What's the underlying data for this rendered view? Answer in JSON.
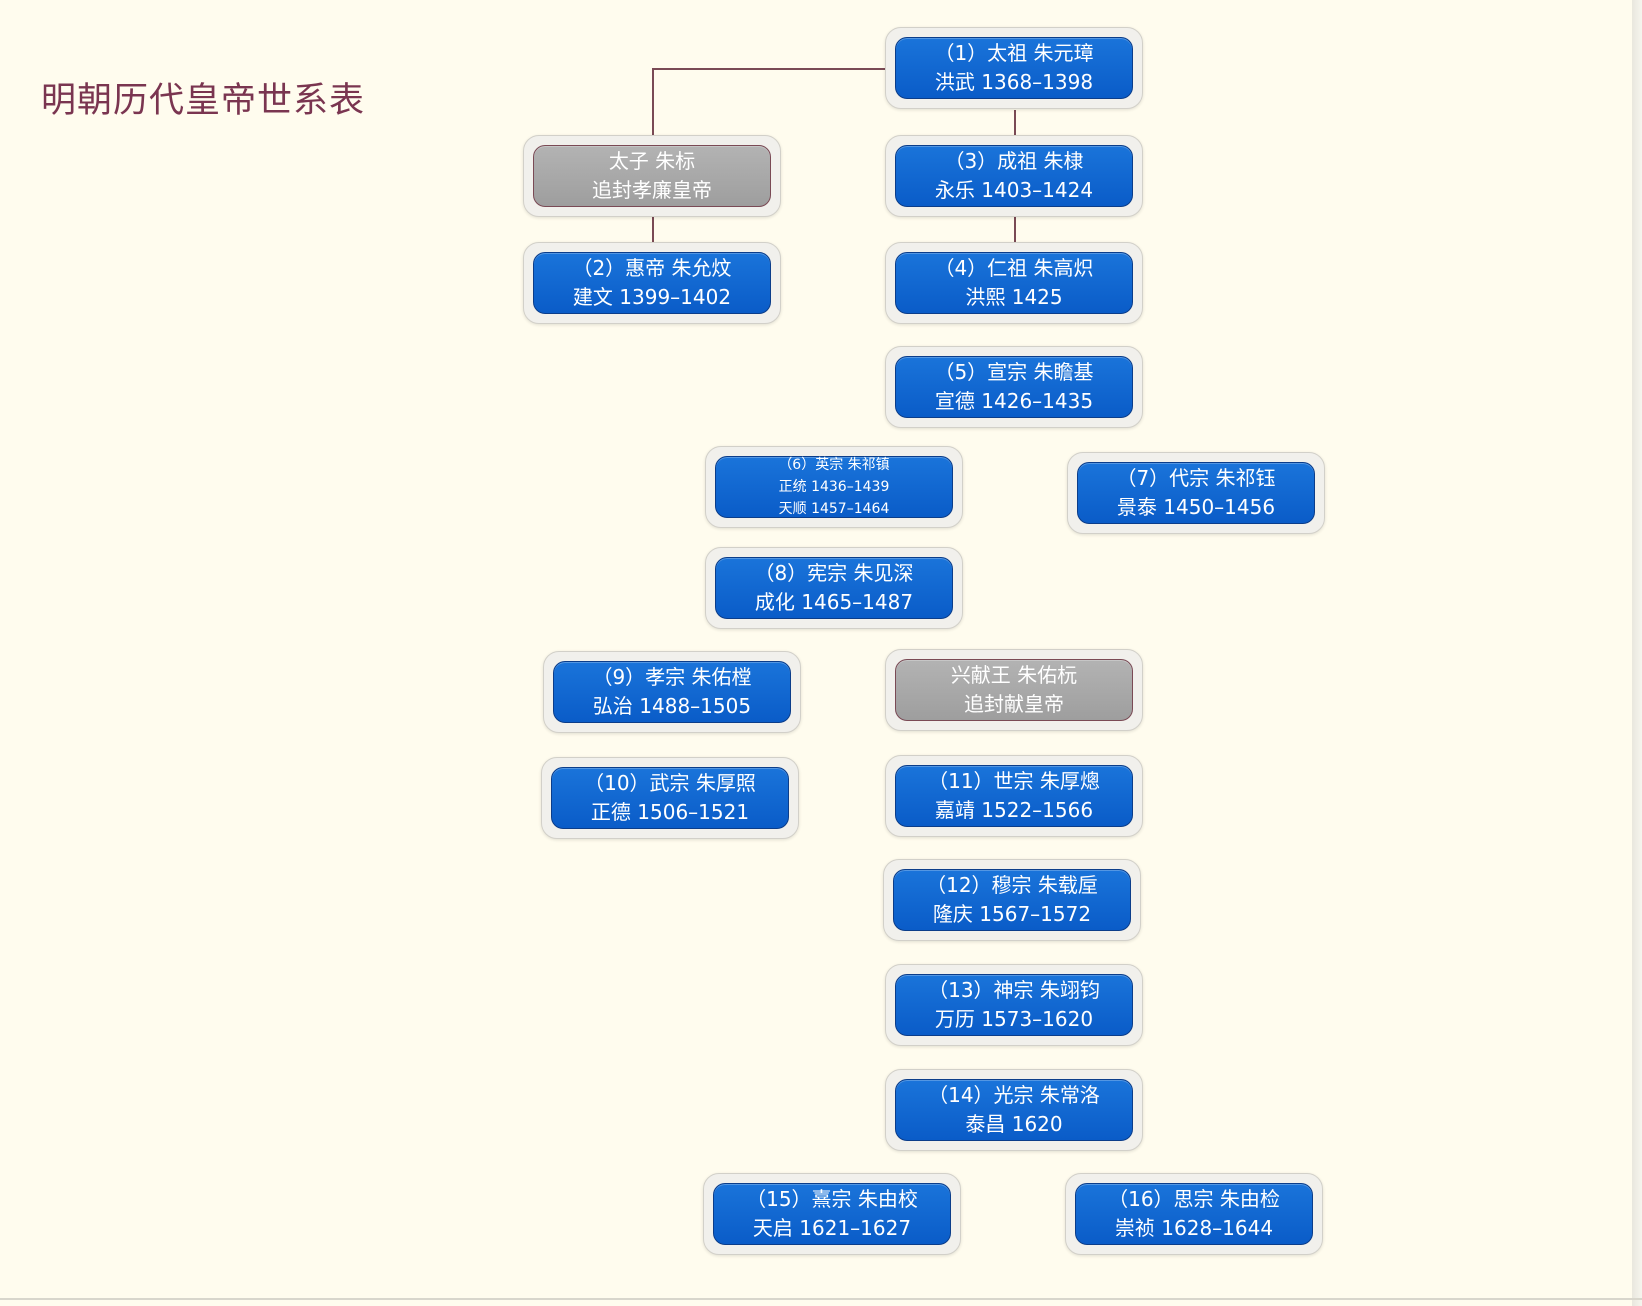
{
  "title": "明朝历代皇帝世系表",
  "nodes": {
    "n1": {
      "line1": "（1）太祖 朱元璋",
      "line2": "洪武 1368–1398"
    },
    "nzb": {
      "line1": "太子 朱标",
      "line2": "追封孝廉皇帝"
    },
    "n2": {
      "line1": "（2）惠帝 朱允炆",
      "line2": "建文 1399–1402"
    },
    "n3": {
      "line1": "（3）成祖 朱棣",
      "line2": "永乐 1403–1424"
    },
    "n4": {
      "line1": "（4）仁祖 朱高炽",
      "line2": "洪熙 1425"
    },
    "n5": {
      "line1": "（5）宣宗 朱瞻基",
      "line2": "宣德 1426–1435"
    },
    "n6": {
      "line1": "（6）英宗 朱祁镇",
      "line2": "正统 1436–1439",
      "line3": "天顺 1457–1464"
    },
    "n7": {
      "line1": "（7）代宗 朱祁钰",
      "line2": "景泰 1450–1456"
    },
    "n8": {
      "line1": "（8）宪宗 朱见深",
      "line2": "成化 1465–1487"
    },
    "n9": {
      "line1": "（9）孝宗 朱佑樘",
      "line2": "弘治 1488–1505"
    },
    "nxw": {
      "line1": "兴献王 朱佑杬",
      "line2": "追封献皇帝"
    },
    "n10": {
      "line1": "（10）武宗 朱厚照",
      "line2": "正德 1506–1521"
    },
    "n11": {
      "line1": "（11）世宗 朱厚熜",
      "line2": "嘉靖 1522–1566"
    },
    "n12": {
      "line1": "（12）穆宗 朱载垕",
      "line2": "隆庆 1567–1572"
    },
    "n13": {
      "line1": "（13）神宗 朱翊钧",
      "line2": "万历 1573–1620"
    },
    "n14": {
      "line1": "（14）光宗 朱常洛",
      "line2": "泰昌 1620"
    },
    "n15": {
      "line1": "（15）熹宗 朱由校",
      "line2": "天启 1621–1627"
    },
    "n16": {
      "line1": "（16）思宗 朱由检",
      "line2": "崇祯 1628–1644"
    }
  },
  "colors": {
    "emperor_node": "#0a5cc8",
    "posthumous_node": "#a6a6a6",
    "title": "#7a3550",
    "background": "#fffcee"
  }
}
